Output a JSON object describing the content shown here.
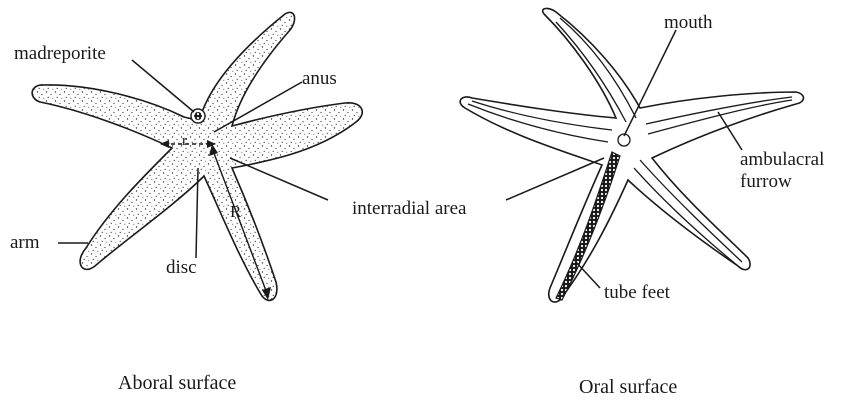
{
  "aboral": {
    "caption": "Aboral surface",
    "labels": {
      "madreporite": "madreporite",
      "anus": "anus",
      "arm": "arm",
      "disc": "disc",
      "interradial_area": "interradial area",
      "r": "r",
      "R": "R"
    }
  },
  "oral": {
    "caption": "Oral surface",
    "labels": {
      "mouth": "mouth",
      "ambulacral_furrow_line1": "ambulacral",
      "ambulacral_furrow_line2": "furrow",
      "tube_feet": "tube feet"
    }
  }
}
